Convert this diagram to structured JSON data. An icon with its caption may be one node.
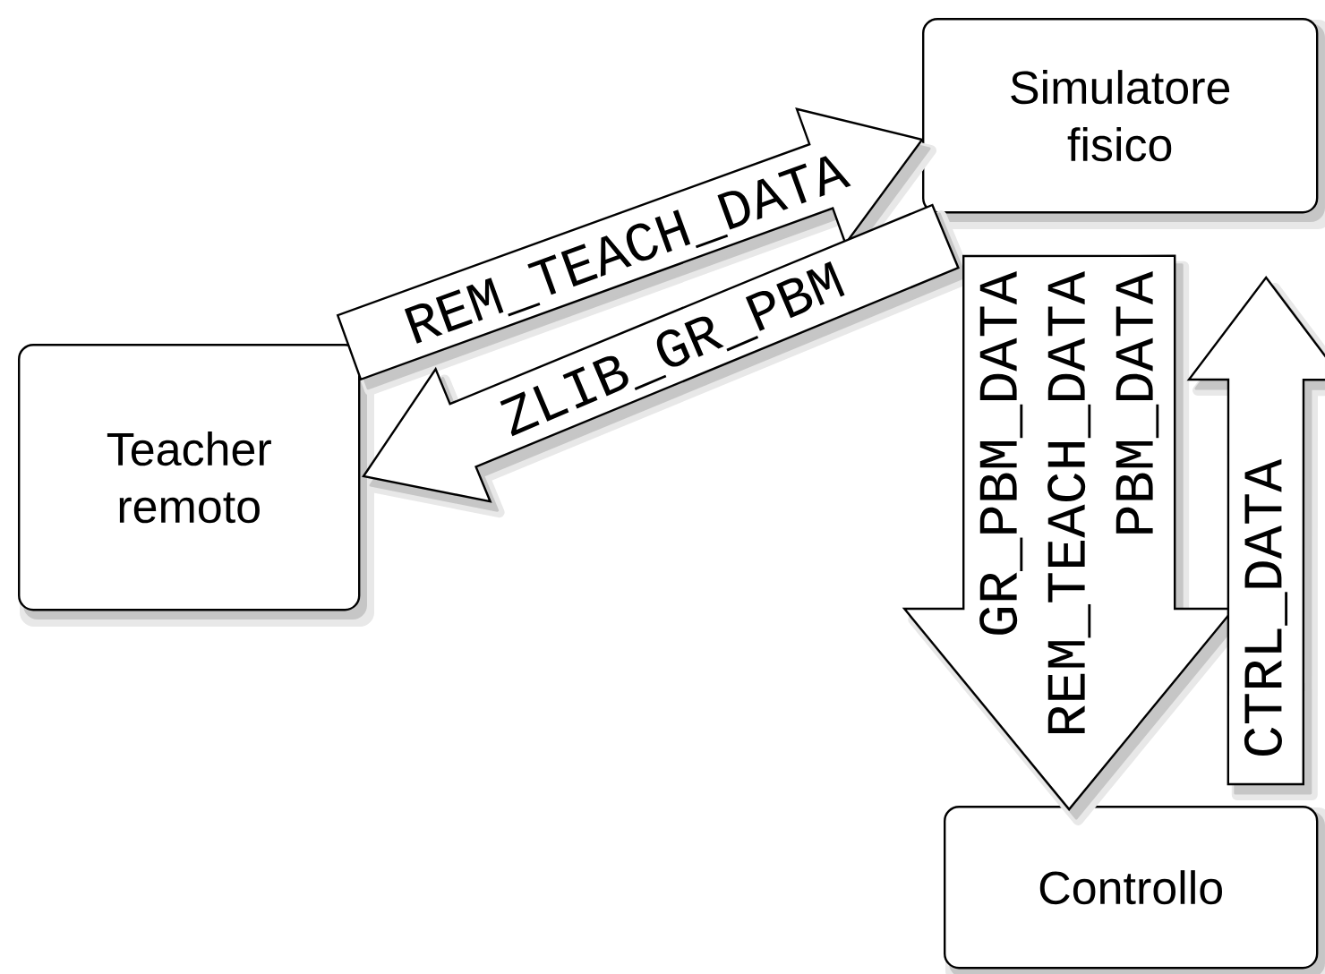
{
  "diagram": {
    "nodes": [
      {
        "text": [
          "Simulatore fisico"
        ]
      },
      {
        "text": [
          "Teacher remoto"
        ]
      },
      {
        "text": [
          "Controllo"
        ]
      }
    ],
    "edges": [
      {
        "from": 1,
        "to": 0,
        "arrow": "to",
        "label": "REM_TEACH_DATA"
      },
      {
        "from": 0,
        "to": 1,
        "arrow": "to",
        "label": "ZLIB_GR_PBM"
      },
      {
        "from": 0,
        "to": 2,
        "arrow": "to",
        "label": "GR_PBM_DATA REM_TEACH_DATA PBM_DATA"
      },
      {
        "from": 2,
        "to": 0,
        "arrow": "to",
        "label": "CTRL_DATA"
      }
    ]
  }
}
